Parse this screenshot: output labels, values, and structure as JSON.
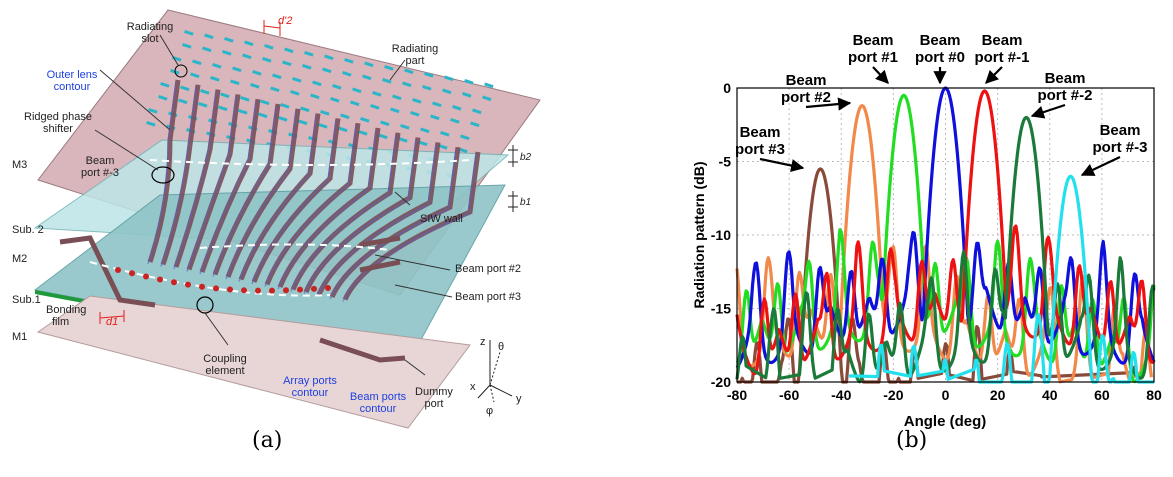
{
  "panel_a": {
    "caption": "(a)",
    "labels": {
      "radiating_slot": "Radiating slot",
      "radiating_part": "Radiating part",
      "outer_lens": "Outer lens contour",
      "ridged_phase_shifter": "Ridged phase shifter",
      "beam_port_m3": "Beam port #-3",
      "m3": "M3",
      "sub2": "Sub. 2",
      "m2": "M2",
      "sub1": "Sub.1",
      "bonding_film": "Bonding film",
      "m1": "M1",
      "siw_wall": "SIW wall",
      "beam_port_2": "Beam port #2",
      "beam_port_3": "Beam port #3",
      "coupling_element": "Coupling element",
      "array_ports": "Array ports contour",
      "beam_ports": "Beam ports contour",
      "dummy_port": "Dummy port",
      "b2": "b2",
      "b1": "b1",
      "d1": "d1",
      "d2": "d'2",
      "axis_z": "z",
      "axis_x": "x",
      "axis_y": "y",
      "theta": "θ",
      "phi": "φ"
    },
    "colors": {
      "top_layer": "#d9b6bc",
      "substrate": "#a8d8da",
      "bottom_layer": "#e8d6d6",
      "green": "#1f9a3a",
      "blue_text": "#1d3fe0",
      "red_text": "#e0201c",
      "slot": "#2ab6c8",
      "strip": "#7a4e55"
    }
  },
  "chart_data": {
    "type": "line",
    "xlabel": "Angle (deg)",
    "ylabel": "Radiation pattern (dB)",
    "xlim": [
      -80,
      80
    ],
    "ylim": [
      -20,
      0
    ],
    "xticks": [
      -80,
      -60,
      -40,
      -20,
      0,
      20,
      40,
      60,
      80
    ],
    "yticks": [
      0,
      -5,
      -10,
      -15,
      -20
    ],
    "grid": true,
    "caption": "(b)",
    "series": [
      {
        "name": "Beam port #3",
        "color": "#8a4a3a",
        "peak_angle": -48,
        "peak_db": -5.5,
        "annotation": [
          "Beam",
          "port #3"
        ]
      },
      {
        "name": "Beam port #2",
        "color": "#f2894a",
        "peak_angle": -32,
        "peak_db": -1.2,
        "annotation": [
          "Beam",
          "port #2"
        ]
      },
      {
        "name": "Beam port #1",
        "color": "#22dd22",
        "peak_angle": -16,
        "peak_db": -0.5,
        "annotation": [
          "Beam",
          "port #1"
        ]
      },
      {
        "name": "Beam port #0",
        "color": "#1010dd",
        "peak_angle": 0,
        "peak_db": 0,
        "annotation": [
          "Beam",
          "port #0"
        ]
      },
      {
        "name": "Beam port #-1",
        "color": "#ee1111",
        "peak_angle": 15,
        "peak_db": -0.2,
        "annotation": [
          "Beam",
          "port #-1"
        ]
      },
      {
        "name": "Beam port #-2",
        "color": "#1a7a3a",
        "peak_angle": 31,
        "peak_db": -2.0,
        "annotation": [
          "Beam",
          "port #-2"
        ]
      },
      {
        "name": "Beam port #-3",
        "color": "#22e0ee",
        "peak_angle": 48,
        "peak_db": -6.0,
        "annotation": [
          "Beam",
          "port #-3"
        ]
      }
    ]
  }
}
